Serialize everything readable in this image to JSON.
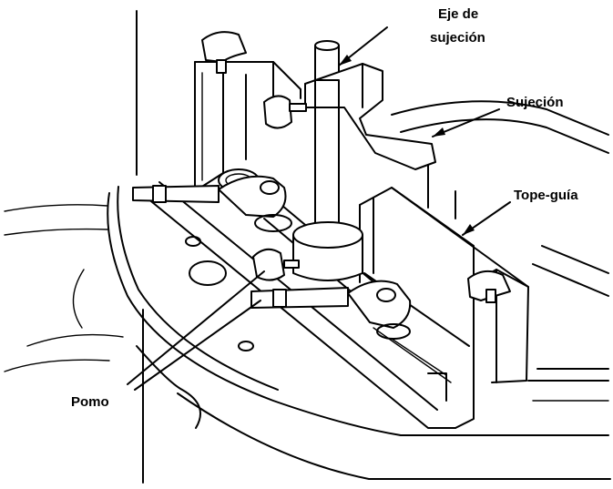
{
  "labels": {
    "clamp_shaft_line1": "Eje de",
    "clamp_shaft_line2": "sujeción",
    "clamp": "Sujeción",
    "guide_stop": "Tope-guía",
    "knob": "Pomo"
  }
}
